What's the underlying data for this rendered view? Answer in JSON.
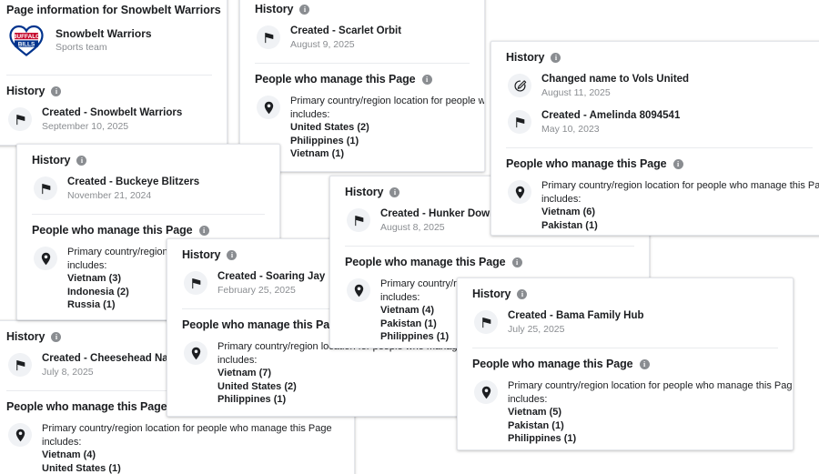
{
  "icons": {
    "info": "info-icon",
    "flag": "flag-icon",
    "rename": "rename-pencil-icon",
    "location": "location-pin-icon"
  },
  "labels": {
    "history": "History",
    "people_manage": "People who manage this Page",
    "primary_location_line1": "Primary country/region location for people who manage this Page",
    "primary_location_line2": "includes:"
  },
  "colors": {
    "text": "#1c1e21",
    "muted": "#8a8d91",
    "panel_border": "#e4e6eb",
    "avatar_bg": "#f0f2f5",
    "logo_red": "#c60c30",
    "logo_blue": "#00338d"
  },
  "panels": [
    {
      "id": "snowbelt-warriors",
      "page_info_title": "Page information for Snowbelt Warriors",
      "page_name": "Snowbelt Warriors",
      "page_category": "Sports team",
      "logo_text_top": "BUFFALO",
      "logo_text_bottom": "BILLS",
      "history": [
        {
          "icon": "flag-icon",
          "title": "Created - Snowbelt Warriors",
          "date": "September 10, 2025"
        }
      ],
      "locations": []
    },
    {
      "id": "scarlet-orbit",
      "history": [
        {
          "icon": "flag-icon",
          "title": "Created - Scarlet Orbit",
          "date": "August 9, 2025"
        }
      ],
      "locations": [
        "United States (2)",
        "Philippines (1)",
        "Vietnam (1)"
      ]
    },
    {
      "id": "vols-united",
      "history": [
        {
          "icon": "rename-pencil-icon",
          "title": "Changed name to Vols United",
          "date": "August 11, 2025"
        },
        {
          "icon": "flag-icon",
          "title": "Created - Amelinda 8094541",
          "date": "May 10, 2023"
        }
      ],
      "locations": [
        "Vietnam (6)",
        "Pakistan (1)"
      ]
    },
    {
      "id": "buckeye-blitzers",
      "history": [
        {
          "icon": "flag-icon",
          "title": "Created - Buckeye Blitzers",
          "date": "November 21, 2024"
        }
      ],
      "locations": [
        "Vietnam (3)",
        "Indonesia (2)",
        "Russia (1)"
      ]
    },
    {
      "id": "hunker-down-hq",
      "history": [
        {
          "icon": "flag-icon",
          "title": "Created - Hunker Down HQ",
          "date": "August 8, 2025"
        }
      ],
      "locations": [
        "Vietnam (4)",
        "Pakistan (1)",
        "Philippines (1)"
      ]
    },
    {
      "id": "soaring-jay",
      "history": [
        {
          "icon": "flag-icon",
          "title": "Created - Soaring Jay",
          "date": "February 25, 2025"
        }
      ],
      "locations": [
        "Vietnam (7)",
        "United States (2)",
        "Philippines (1)"
      ]
    },
    {
      "id": "bama-family-hub",
      "history": [
        {
          "icon": "flag-icon",
          "title": "Created - Bama Family Hub",
          "date": "July 25, 2025"
        }
      ],
      "locations": [
        "Vietnam (5)",
        "Pakistan (1)",
        "Philippines (1)"
      ]
    },
    {
      "id": "cheesehead-nation",
      "history": [
        {
          "icon": "flag-icon",
          "title": "Created - Cheesehead Nation",
          "date": "July 8, 2025"
        }
      ],
      "locations": [
        "Vietnam (4)",
        "United States (1)"
      ]
    }
  ]
}
